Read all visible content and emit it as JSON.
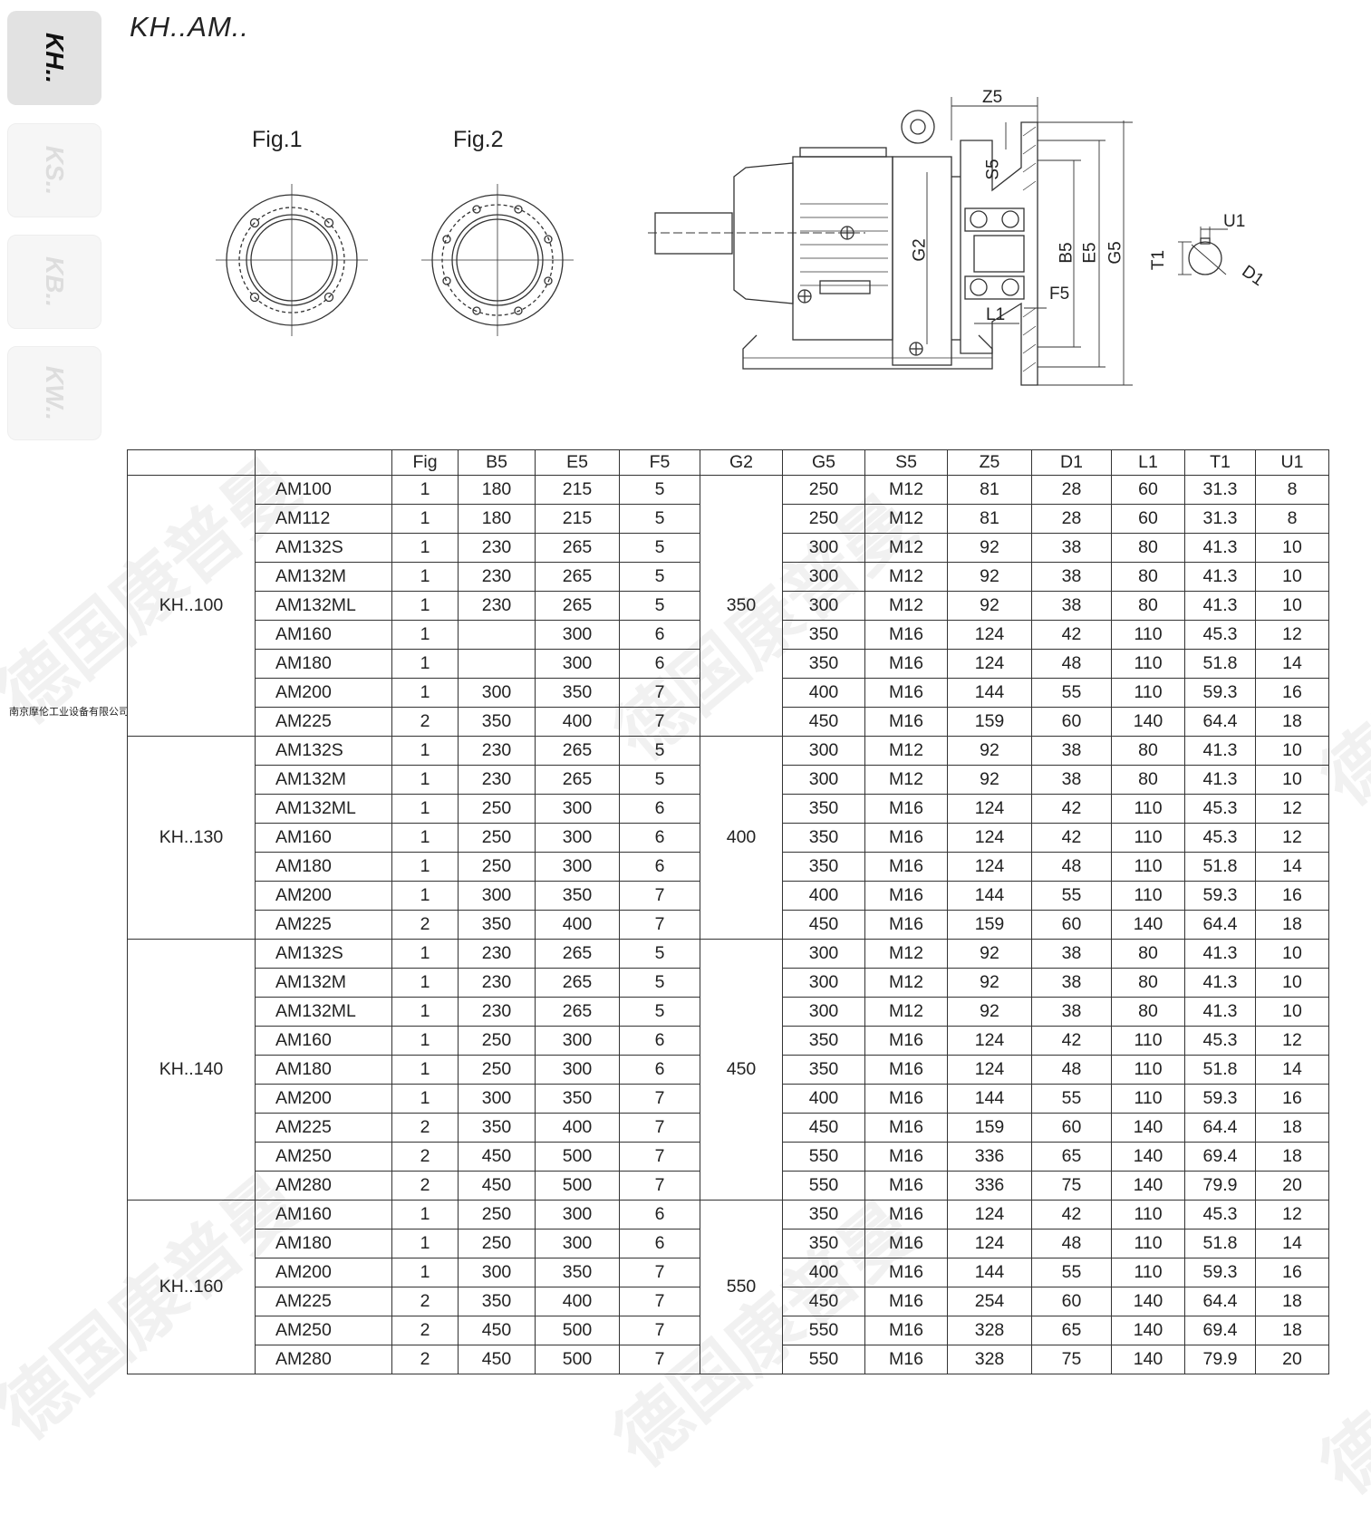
{
  "side_tabs": [
    {
      "label": "KH..",
      "active": true
    },
    {
      "label": "KS..",
      "active": false
    },
    {
      "label": "KB..",
      "active": false
    },
    {
      "label": "KW..",
      "active": false
    }
  ],
  "title": "KH..AM..",
  "company": "南京摩伦工业设备有限公司",
  "figures": {
    "fig1": "Fig.1",
    "fig2": "Fig.2"
  },
  "drawing_labels": {
    "z5": "Z5",
    "s5": "S5",
    "g2": "G2",
    "b5": "B5",
    "e5": "E5",
    "g5": "G5",
    "f5": "F5",
    "l1": "L1",
    "t1": "T1",
    "u1": "U1",
    "d1": "D1"
  },
  "watermark": "德国康普曼",
  "table": {
    "headers": [
      "",
      "",
      "Fig",
      "B5",
      "E5",
      "F5",
      "G2",
      "G5",
      "S5",
      "Z5",
      "D1",
      "L1",
      "T1",
      "U1"
    ],
    "groups": [
      {
        "model": "KH..100",
        "g2": "350",
        "rows": [
          {
            "motor": "AM100",
            "fig": "1",
            "b5": "180",
            "e5": "215",
            "f5": "5",
            "g5": "250",
            "s5": "M12",
            "z5": "81",
            "d1": "28",
            "l1": "60",
            "t1": "31.3",
            "u1": "8"
          },
          {
            "motor": "AM112",
            "fig": "1",
            "b5": "180",
            "e5": "215",
            "f5": "5",
            "g5": "250",
            "s5": "M12",
            "z5": "81",
            "d1": "28",
            "l1": "60",
            "t1": "31.3",
            "u1": "8"
          },
          {
            "motor": "AM132S",
            "fig": "1",
            "b5": "230",
            "e5": "265",
            "f5": "5",
            "g5": "300",
            "s5": "M12",
            "z5": "92",
            "d1": "38",
            "l1": "80",
            "t1": "41.3",
            "u1": "10"
          },
          {
            "motor": "AM132M",
            "fig": "1",
            "b5": "230",
            "e5": "265",
            "f5": "5",
            "g5": "300",
            "s5": "M12",
            "z5": "92",
            "d1": "38",
            "l1": "80",
            "t1": "41.3",
            "u1": "10"
          },
          {
            "motor": "AM132ML",
            "fig": "1",
            "b5": "230",
            "e5": "265",
            "f5": "5",
            "g5": "300",
            "s5": "M12",
            "z5": "92",
            "d1": "38",
            "l1": "80",
            "t1": "41.3",
            "u1": "10"
          },
          {
            "motor": "AM160",
            "fig": "1",
            "b5": "",
            "e5": "300",
            "f5": "6",
            "g5": "350",
            "s5": "M16",
            "z5": "124",
            "d1": "42",
            "l1": "110",
            "t1": "45.3",
            "u1": "12"
          },
          {
            "motor": "AM180",
            "fig": "1",
            "b5": "",
            "e5": "300",
            "f5": "6",
            "g5": "350",
            "s5": "M16",
            "z5": "124",
            "d1": "48",
            "l1": "110",
            "t1": "51.8",
            "u1": "14"
          },
          {
            "motor": "AM200",
            "fig": "1",
            "b5": "300",
            "e5": "350",
            "f5": "7",
            "g5": "400",
            "s5": "M16",
            "z5": "144",
            "d1": "55",
            "l1": "110",
            "t1": "59.3",
            "u1": "16"
          },
          {
            "motor": "AM225",
            "fig": "2",
            "b5": "350",
            "e5": "400",
            "f5": "7",
            "g5": "450",
            "s5": "M16",
            "z5": "159",
            "d1": "60",
            "l1": "140",
            "t1": "64.4",
            "u1": "18"
          }
        ]
      },
      {
        "model": "KH..130",
        "g2": "400",
        "rows": [
          {
            "motor": "AM132S",
            "fig": "1",
            "b5": "230",
            "e5": "265",
            "f5": "5",
            "g5": "300",
            "s5": "M12",
            "z5": "92",
            "d1": "38",
            "l1": "80",
            "t1": "41.3",
            "u1": "10"
          },
          {
            "motor": "AM132M",
            "fig": "1",
            "b5": "230",
            "e5": "265",
            "f5": "5",
            "g5": "300",
            "s5": "M12",
            "z5": "92",
            "d1": "38",
            "l1": "80",
            "t1": "41.3",
            "u1": "10"
          },
          {
            "motor": "AM132ML",
            "fig": "1",
            "b5": "250",
            "e5": "300",
            "f5": "6",
            "g5": "350",
            "s5": "M16",
            "z5": "124",
            "d1": "42",
            "l1": "110",
            "t1": "45.3",
            "u1": "12"
          },
          {
            "motor": "AM160",
            "fig": "1",
            "b5": "250",
            "e5": "300",
            "f5": "6",
            "g5": "350",
            "s5": "M16",
            "z5": "124",
            "d1": "42",
            "l1": "110",
            "t1": "45.3",
            "u1": "12"
          },
          {
            "motor": "AM180",
            "fig": "1",
            "b5": "250",
            "e5": "300",
            "f5": "6",
            "g5": "350",
            "s5": "M16",
            "z5": "124",
            "d1": "48",
            "l1": "110",
            "t1": "51.8",
            "u1": "14"
          },
          {
            "motor": "AM200",
            "fig": "1",
            "b5": "300",
            "e5": "350",
            "f5": "7",
            "g5": "400",
            "s5": "M16",
            "z5": "144",
            "d1": "55",
            "l1": "110",
            "t1": "59.3",
            "u1": "16"
          },
          {
            "motor": "AM225",
            "fig": "2",
            "b5": "350",
            "e5": "400",
            "f5": "7",
            "g5": "450",
            "s5": "M16",
            "z5": "159",
            "d1": "60",
            "l1": "140",
            "t1": "64.4",
            "u1": "18"
          }
        ]
      },
      {
        "model": "KH..140",
        "g2": "450",
        "rows": [
          {
            "motor": "AM132S",
            "fig": "1",
            "b5": "230",
            "e5": "265",
            "f5": "5",
            "g5": "300",
            "s5": "M12",
            "z5": "92",
            "d1": "38",
            "l1": "80",
            "t1": "41.3",
            "u1": "10"
          },
          {
            "motor": "AM132M",
            "fig": "1",
            "b5": "230",
            "e5": "265",
            "f5": "5",
            "g5": "300",
            "s5": "M12",
            "z5": "92",
            "d1": "38",
            "l1": "80",
            "t1": "41.3",
            "u1": "10"
          },
          {
            "motor": "AM132ML",
            "fig": "1",
            "b5": "230",
            "e5": "265",
            "f5": "5",
            "g5": "300",
            "s5": "M12",
            "z5": "92",
            "d1": "38",
            "l1": "80",
            "t1": "41.3",
            "u1": "10"
          },
          {
            "motor": "AM160",
            "fig": "1",
            "b5": "250",
            "e5": "300",
            "f5": "6",
            "g5": "350",
            "s5": "M16",
            "z5": "124",
            "d1": "42",
            "l1": "110",
            "t1": "45.3",
            "u1": "12"
          },
          {
            "motor": "AM180",
            "fig": "1",
            "b5": "250",
            "e5": "300",
            "f5": "6",
            "g5": "350",
            "s5": "M16",
            "z5": "124",
            "d1": "48",
            "l1": "110",
            "t1": "51.8",
            "u1": "14"
          },
          {
            "motor": "AM200",
            "fig": "1",
            "b5": "300",
            "e5": "350",
            "f5": "7",
            "g5": "400",
            "s5": "M16",
            "z5": "144",
            "d1": "55",
            "l1": "110",
            "t1": "59.3",
            "u1": "16"
          },
          {
            "motor": "AM225",
            "fig": "2",
            "b5": "350",
            "e5": "400",
            "f5": "7",
            "g5": "450",
            "s5": "M16",
            "z5": "159",
            "d1": "60",
            "l1": "140",
            "t1": "64.4",
            "u1": "18"
          },
          {
            "motor": "AM250",
            "fig": "2",
            "b5": "450",
            "e5": "500",
            "f5": "7",
            "g5": "550",
            "s5": "M16",
            "z5": "336",
            "d1": "65",
            "l1": "140",
            "t1": "69.4",
            "u1": "18"
          },
          {
            "motor": "AM280",
            "fig": "2",
            "b5": "450",
            "e5": "500",
            "f5": "7",
            "g5": "550",
            "s5": "M16",
            "z5": "336",
            "d1": "75",
            "l1": "140",
            "t1": "79.9",
            "u1": "20"
          }
        ]
      },
      {
        "model": "KH..160",
        "g2": "550",
        "rows": [
          {
            "motor": "AM160",
            "fig": "1",
            "b5": "250",
            "e5": "300",
            "f5": "6",
            "g5": "350",
            "s5": "M16",
            "z5": "124",
            "d1": "42",
            "l1": "110",
            "t1": "45.3",
            "u1": "12"
          },
          {
            "motor": "AM180",
            "fig": "1",
            "b5": "250",
            "e5": "300",
            "f5": "6",
            "g5": "350",
            "s5": "M16",
            "z5": "124",
            "d1": "48",
            "l1": "110",
            "t1": "51.8",
            "u1": "14"
          },
          {
            "motor": "AM200",
            "fig": "1",
            "b5": "300",
            "e5": "350",
            "f5": "7",
            "g5": "400",
            "s5": "M16",
            "z5": "144",
            "d1": "55",
            "l1": "110",
            "t1": "59.3",
            "u1": "16"
          },
          {
            "motor": "AM225",
            "fig": "2",
            "b5": "350",
            "e5": "400",
            "f5": "7",
            "g5": "450",
            "s5": "M16",
            "z5": "254",
            "d1": "60",
            "l1": "140",
            "t1": "64.4",
            "u1": "18"
          },
          {
            "motor": "AM250",
            "fig": "2",
            "b5": "450",
            "e5": "500",
            "f5": "7",
            "g5": "550",
            "s5": "M16",
            "z5": "328",
            "d1": "65",
            "l1": "140",
            "t1": "69.4",
            "u1": "18"
          },
          {
            "motor": "AM280",
            "fig": "2",
            "b5": "450",
            "e5": "500",
            "f5": "7",
            "g5": "550",
            "s5": "M16",
            "z5": "328",
            "d1": "75",
            "l1": "140",
            "t1": "79.9",
            "u1": "20"
          }
        ]
      }
    ]
  }
}
